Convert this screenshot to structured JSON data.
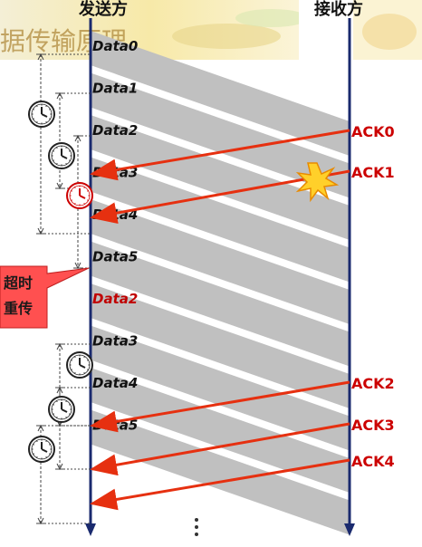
{
  "header": {
    "sender": "发送方",
    "receiver": "接收方",
    "banner_fragment": "据传输原理"
  },
  "frames": [
    {
      "label": "Data0",
      "retransmit": false
    },
    {
      "label": "Data1",
      "retransmit": false
    },
    {
      "label": "Data2",
      "retransmit": false
    },
    {
      "label": "Data3",
      "retransmit": false
    },
    {
      "label": "Data4",
      "retransmit": false
    },
    {
      "label": "Data5",
      "retransmit": false
    },
    {
      "label": "Data2",
      "retransmit": true
    },
    {
      "label": "Data3",
      "retransmit": false
    },
    {
      "label": "Data4",
      "retransmit": false
    },
    {
      "label": "Data5",
      "retransmit": false
    }
  ],
  "acks": [
    {
      "label": "ACK0",
      "lost": false
    },
    {
      "label": "ACK1",
      "lost": true
    },
    {
      "label": "ACK2",
      "lost": false
    },
    {
      "label": "ACK3",
      "lost": false
    },
    {
      "label": "ACK4",
      "lost": false
    }
  ],
  "callout": {
    "line1": "超时",
    "line2": "重传"
  },
  "colors": {
    "frame_fill": "#c0c0c0",
    "ack_arrow": "#e63010",
    "ack_label": "#cc0000",
    "retransmit_label": "#c00000",
    "timeline": "#1a2a6e",
    "callout_fill": "#ff5050",
    "burst_fill": "#ffd02a",
    "timeout_clock": "#cc0000"
  },
  "icons": {
    "clock": "clock-icon",
    "lost_ack": "explosion-burst-icon",
    "more": "vertical-ellipsis-icon"
  }
}
